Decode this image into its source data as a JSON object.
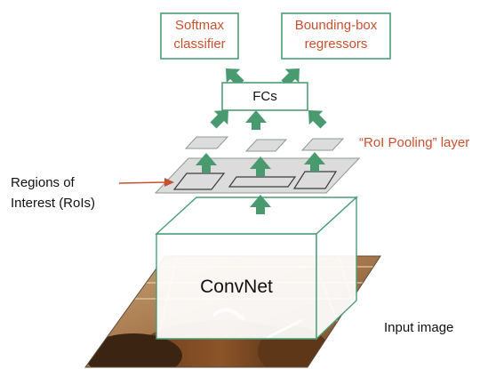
{
  "boxes": {
    "softmax": "Softmax\nclassifier",
    "bbox": "Bounding-box\nregressors",
    "fcs": "FCs"
  },
  "labels": {
    "roi_pooling": "“RoI Pooling” layer",
    "regions": "Regions of\nInterest (RoIs)",
    "convnet": "ConvNet",
    "input_image": "Input image"
  },
  "colors": {
    "green": "#4a9e76",
    "arrow_fill": "#4a9a70",
    "orange": "#c9502f",
    "plane_fill": "#dcdcdc",
    "plane_stroke": "#8a9c8f"
  }
}
